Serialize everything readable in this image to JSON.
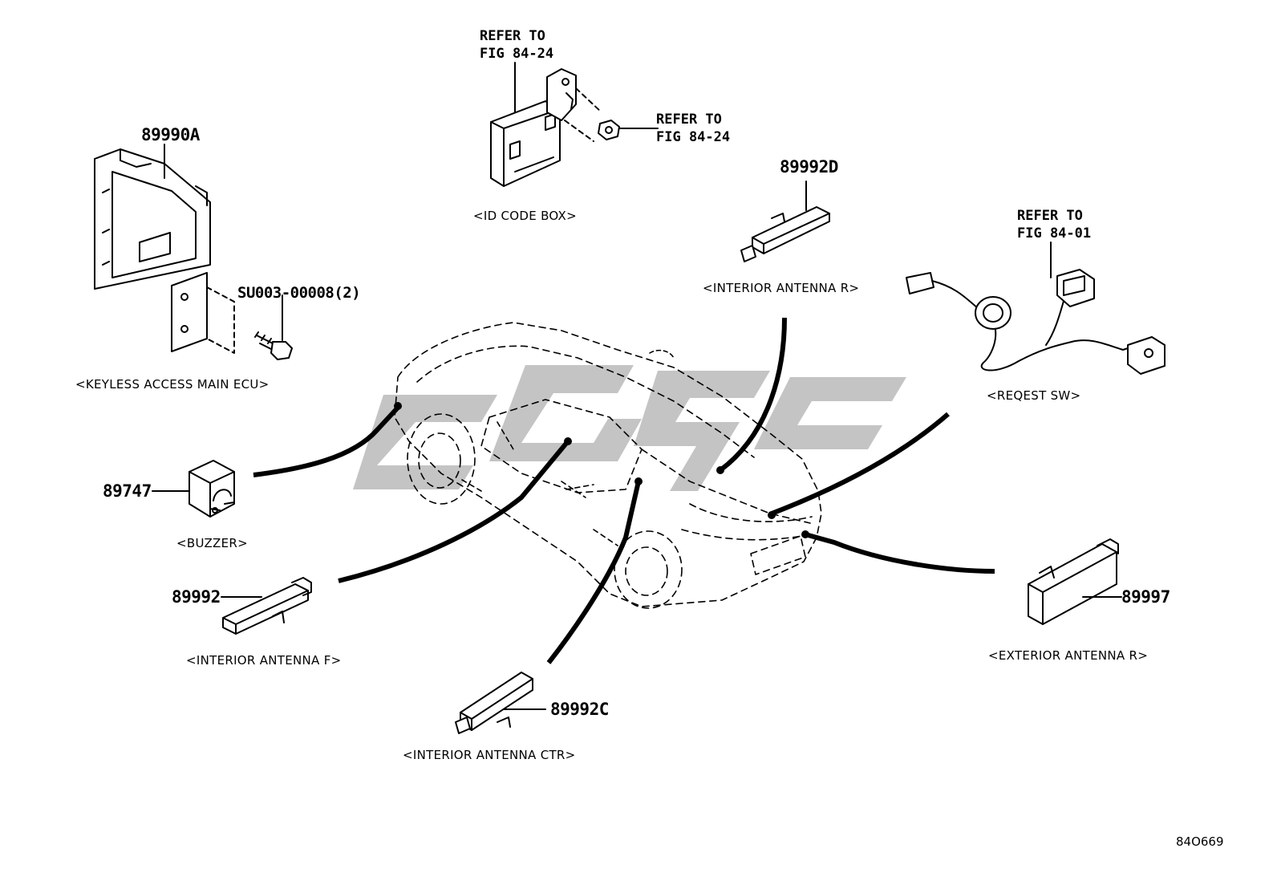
{
  "diagram": {
    "figure_code": "84O669",
    "watermark_color": "#bdbdbd",
    "components": [
      {
        "id": "ecu",
        "part_number": "89990A",
        "caption": "<KEYLESS ACCESS MAIN ECU>"
      },
      {
        "id": "bolt",
        "part_number": "SU003-00008(2)"
      },
      {
        "id": "id_code_box",
        "caption": "<ID CODE BOX>",
        "refer": "REFER TO\nFIG 84-24"
      },
      {
        "id": "nut",
        "refer": "REFER TO\nFIG 84-24"
      },
      {
        "id": "interior_antenna_r",
        "part_number": "89992D",
        "caption": "<INTERIOR ANTENNA R>"
      },
      {
        "id": "request_sw",
        "caption": "<REQEST SW>",
        "refer": "REFER TO\nFIG 84-01"
      },
      {
        "id": "buzzer",
        "part_number": "89747",
        "caption": "<BUZZER>"
      },
      {
        "id": "interior_antenna_f",
        "part_number": "89992",
        "caption": "<INTERIOR ANTENNA F>"
      },
      {
        "id": "interior_antenna_ctr",
        "part_number": "89992C",
        "caption": "<INTERIOR ANTENNA CTR>"
      },
      {
        "id": "exterior_antenna_r",
        "part_number": "89997",
        "caption": "<EXTERIOR ANTENNA R>"
      }
    ]
  }
}
